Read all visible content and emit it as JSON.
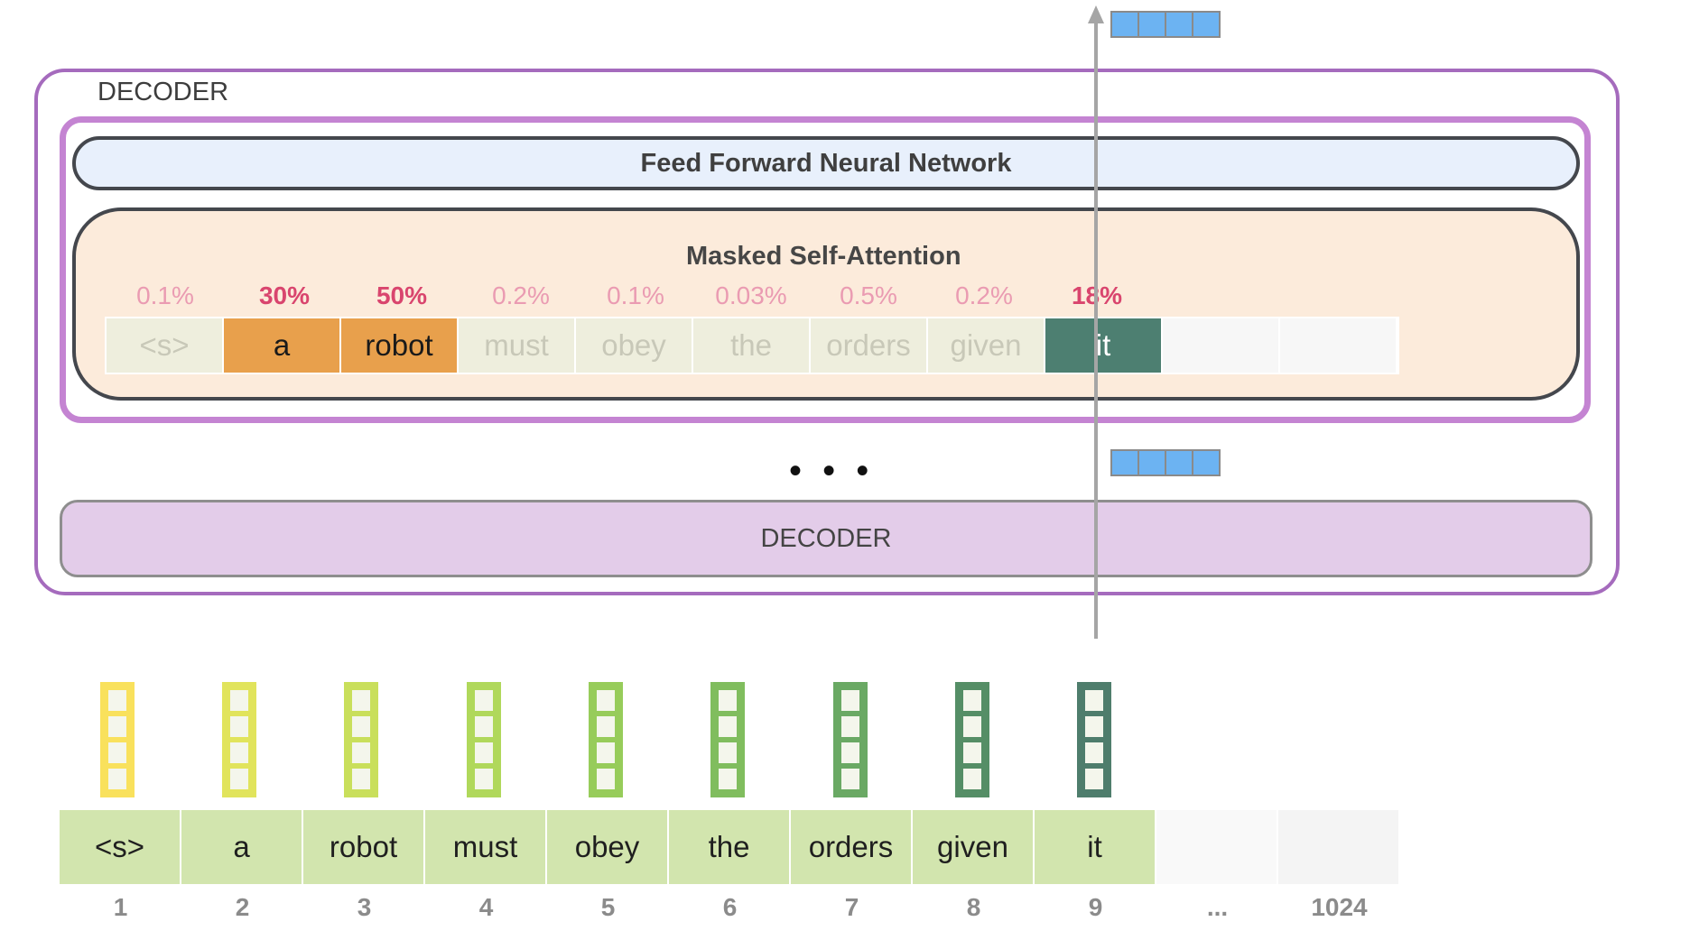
{
  "outer_label": "DECODER",
  "ffnn_label": "Feed Forward Neural Network",
  "attention_title": "Masked Self-Attention",
  "attention": [
    {
      "token": "<s>",
      "percent": "0.1%",
      "value": 0.1
    },
    {
      "token": "a",
      "percent": "30%",
      "value": 30
    },
    {
      "token": "robot",
      "percent": "50%",
      "value": 50
    },
    {
      "token": "must",
      "percent": "0.2%",
      "value": 0.2
    },
    {
      "token": "obey",
      "percent": "0.1%",
      "value": 0.1
    },
    {
      "token": "the",
      "percent": "0.03%",
      "value": 0.03
    },
    {
      "token": "orders",
      "percent": "0.5%",
      "value": 0.5
    },
    {
      "token": "given",
      "percent": "0.2%",
      "value": 0.2
    },
    {
      "token": "it",
      "percent": "18%",
      "value": 18
    },
    {
      "token": "",
      "percent": "",
      "value": null
    },
    {
      "token": "",
      "percent": "",
      "value": null
    }
  ],
  "ellipsis": "• • •",
  "lower_decoder_label": "DECODER",
  "tokens": [
    "<s>",
    "a",
    "robot",
    "must",
    "obey",
    "the",
    "orders",
    "given",
    "it",
    "",
    ""
  ],
  "positions": [
    "1",
    "2",
    "3",
    "4",
    "5",
    "6",
    "7",
    "8",
    "9",
    "...",
    "1024"
  ],
  "colors": {
    "outer_border": "#a56bbd",
    "layer_border": "#c484d2",
    "ffnn_fill": "#e8f0fc",
    "msa_fill": "#fcebdb",
    "decoder_fill": "#e3cce9",
    "high_attention": "#e8a04c",
    "current_token": "#4d7f71",
    "faded_token": "#eeeedd",
    "faded_text": "#c8c8b8",
    "percent_strong": "#d9456e",
    "percent_weak": "#ea9bb2",
    "token_fill": "#d2e5ae",
    "vector_blue": "#6cb3f2",
    "arrow": "#a5a5a5"
  },
  "embedding_colors": [
    "#f9e15c",
    "#e1e45c",
    "#c9df5b",
    "#b0d85b",
    "#97cc5a",
    "#80bd5e",
    "#6aa964",
    "#558e66",
    "#4e7d6c"
  ]
}
